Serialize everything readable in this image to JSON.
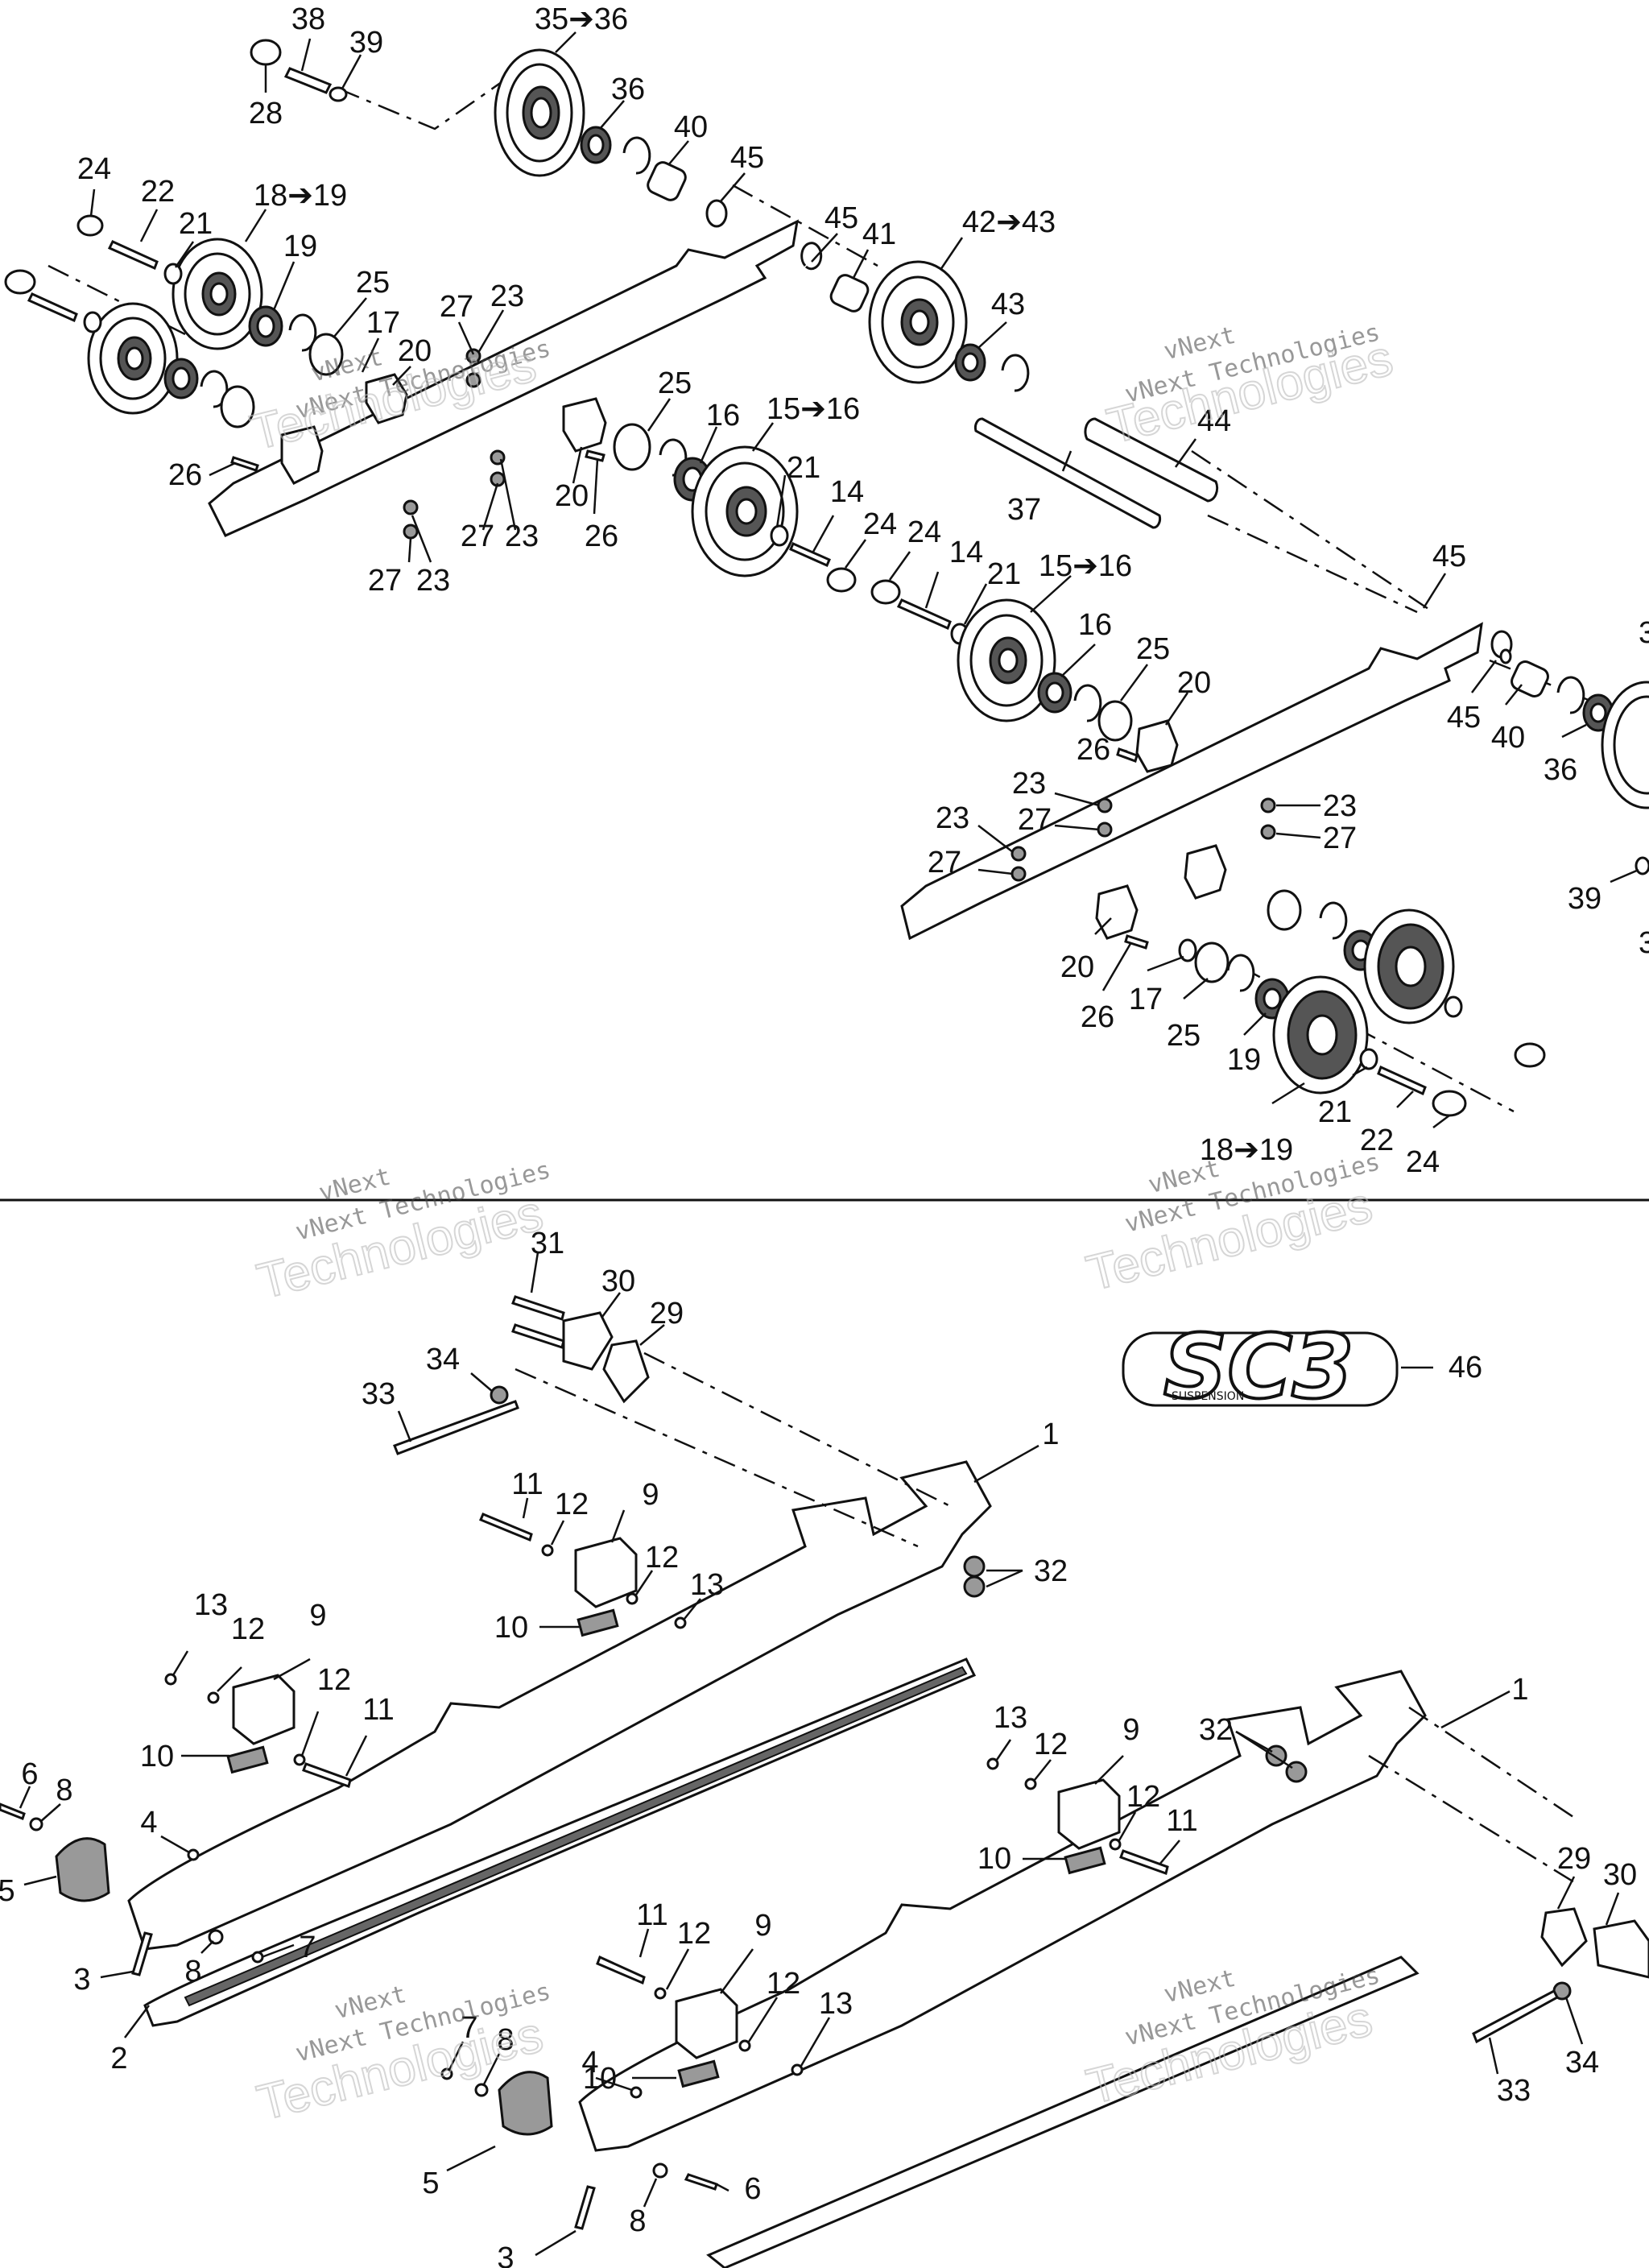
{
  "watermarks": [
    {
      "small": "vNext",
      "mid": "vNext Technologies",
      "big": "Technologies"
    },
    {
      "small": "vNext",
      "mid": "vNext Technologies",
      "big": "Technologies"
    },
    {
      "small": "vNext",
      "mid": "vNext Technologies",
      "big": "Technologies"
    },
    {
      "small": "vNext",
      "mid": "vNext Technologies",
      "big": "Technologies"
    },
    {
      "small": "vNext",
      "mid": "vNext Technologies",
      "big": "Technologies"
    },
    {
      "small": "vNext",
      "mid": "vNext Technologies",
      "big": "Technologies"
    }
  ],
  "logo": {
    "text": "SC3",
    "subtext": "SUSPENSION"
  },
  "callouts": {
    "c38": "38",
    "c39a": "39",
    "c28": "28",
    "c3536": "35➔36",
    "c36a": "36",
    "c40a": "40",
    "c45a": "45",
    "c24a": "24",
    "c22a": "22",
    "c1819a": "18➔19",
    "c21a": "21",
    "c19a": "19",
    "c25a": "25",
    "c17a": "17",
    "c20a": "20",
    "c27a": "27",
    "c23a": "23",
    "c45b": "45",
    "c41": "41",
    "c4243": "42➔43",
    "c43": "43",
    "c25b": "25",
    "c16a": "16",
    "c1516a": "15➔16",
    "c26a": "26",
    "c27b": "27",
    "c23b": "23",
    "c20b": "20",
    "c26b": "26",
    "c21b": "21",
    "c14a": "14",
    "c27c": "27",
    "c23c": "23",
    "c24b": "24",
    "c24c": "24",
    "c14b": "14",
    "c21c": "21",
    "c1516b": "15➔16",
    "c44": "44",
    "c37": "37",
    "c45c": "45",
    "c16b": "16",
    "c25c": "25",
    "c20c": "20",
    "c45d": "45",
    "c40b": "40",
    "c36b": "36",
    "c35b": "3",
    "c26c": "26",
    "c23d": "23",
    "c27d": "27",
    "c23e": "23",
    "c27e": "27",
    "c23f": "23",
    "c27f": "27",
    "c39b": "39",
    "c3b": "3",
    "c20d": "20",
    "c26d": "26",
    "c17b": "17",
    "c25d": "25",
    "c19b": "19",
    "c21d": "21",
    "c22b": "22",
    "c24d": "24",
    "c1819b": "18➔19",
    "c31": "31",
    "c30a": "30",
    "c29a": "29",
    "c34a": "34",
    "c33a": "33",
    "c46": "46",
    "c1a": "1",
    "c11a": "11",
    "c12a": "12",
    "c9a": "9",
    "c12b": "12",
    "c13a": "13",
    "c10a": "10",
    "c32a": "32",
    "c13b": "13",
    "c12c": "12",
    "c9b": "9",
    "c12d": "12",
    "c11b": "11",
    "c10b": "10",
    "c6a": "6",
    "c8a": "8",
    "c4a": "4",
    "c5a": "5",
    "c7a": "7",
    "c3a": "3",
    "c8b": "8",
    "c2a": "2",
    "c1b": "1",
    "c32b": "32",
    "c13c": "13",
    "c12e": "12",
    "c9c": "9",
    "c12f": "12",
    "c11c": "11",
    "c10c": "10",
    "c29b": "29",
    "c30b": "30",
    "c11d": "11",
    "c12g": "12",
    "c9d": "9",
    "c12h": "12",
    "c13d": "13",
    "c10d": "10",
    "c7b": "7",
    "c8c": "8",
    "c4b": "4",
    "c5b": "5",
    "c6b": "6",
    "c8d": "8",
    "c3c": "3",
    "c33b": "33",
    "c34b": "34"
  }
}
